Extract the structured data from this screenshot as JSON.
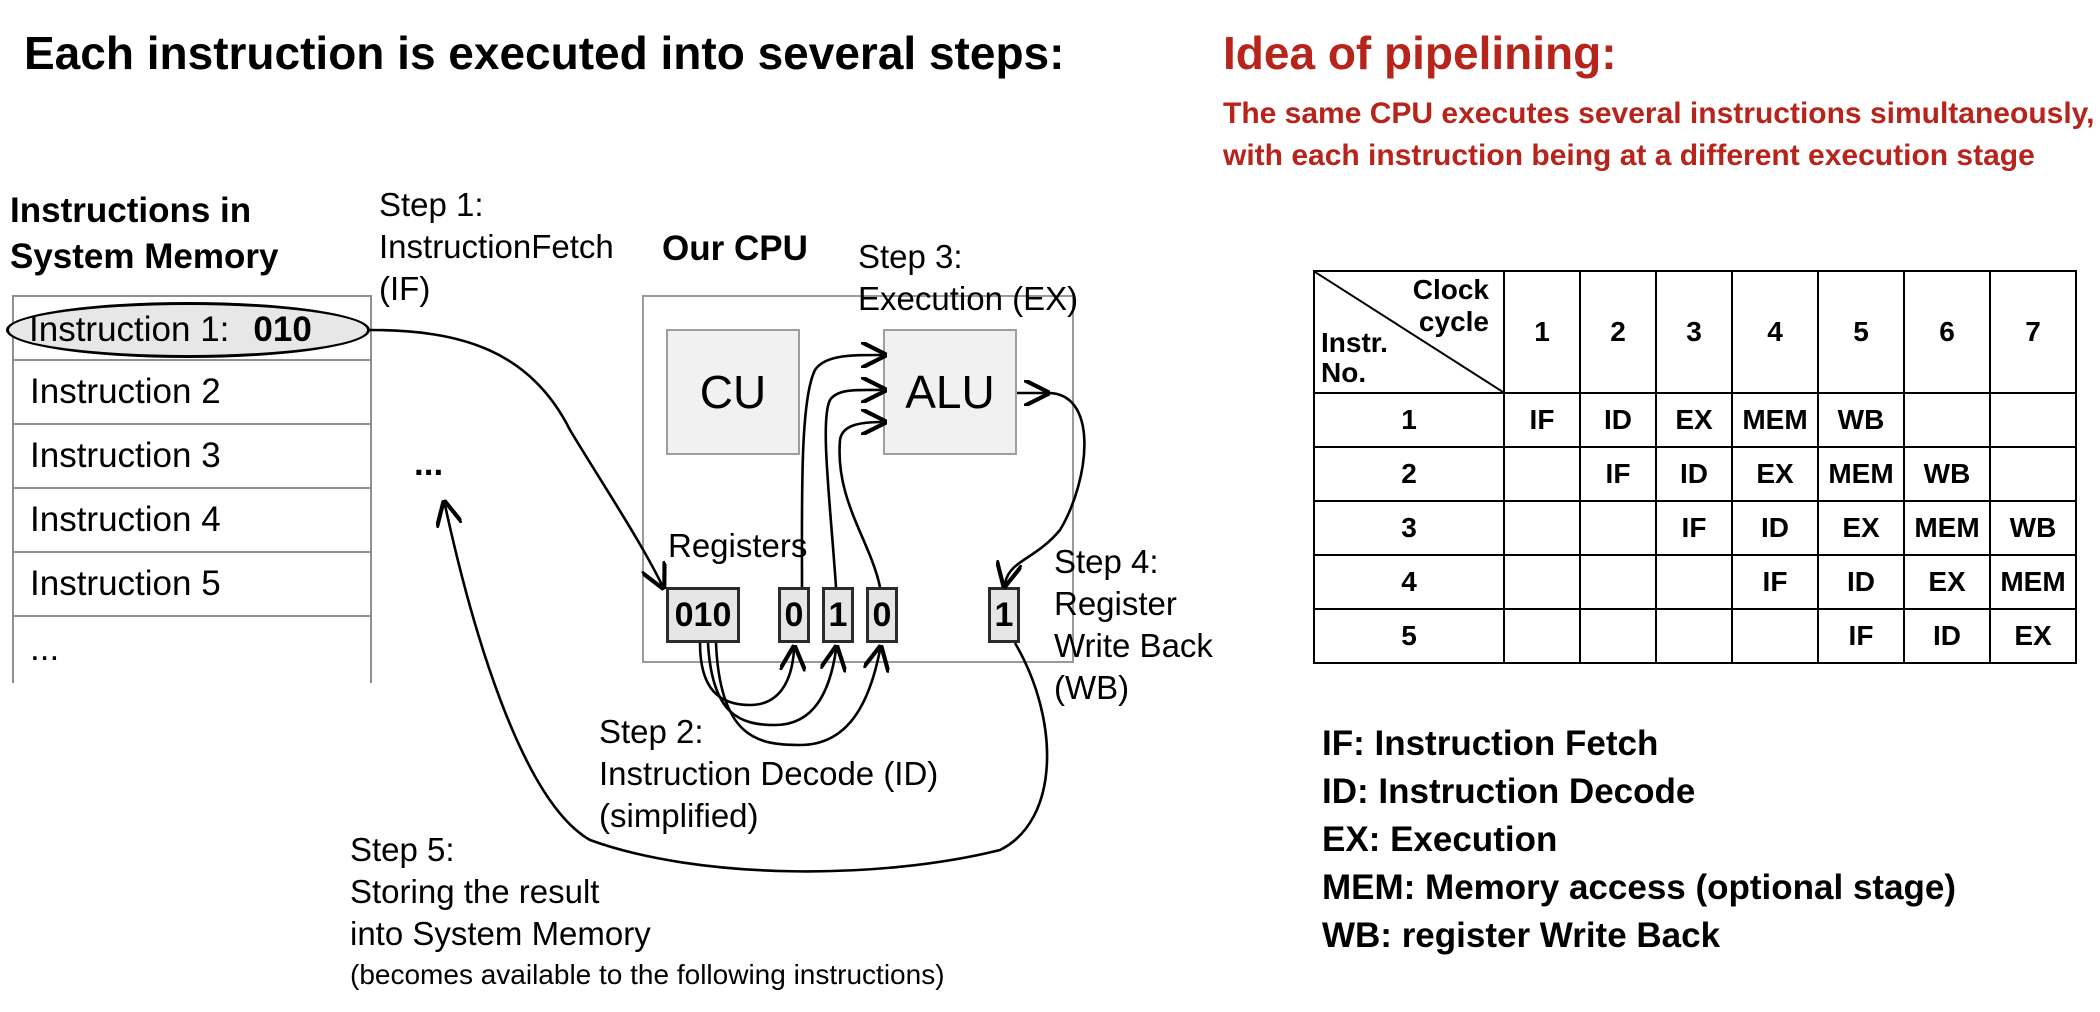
{
  "left": {
    "title": "Each instruction is executed into several steps:",
    "memory_heading": [
      "Instructions in",
      "System Memory"
    ],
    "instructions": [
      {
        "label": "Instruction 1:",
        "code": "010"
      },
      {
        "label": "Instruction 2"
      },
      {
        "label": "Instruction 3"
      },
      {
        "label": "Instruction 4"
      },
      {
        "label": "Instruction 5"
      },
      {
        "label": "..."
      }
    ],
    "ellipsis": "...",
    "cpu_title": "Our CPU",
    "cu": "CU",
    "alu": "ALU",
    "registers_label": "Registers",
    "registers": [
      "010",
      "0",
      "1",
      "0",
      "1"
    ],
    "step1": [
      "Step 1:",
      "InstructionFetch",
      "(IF)"
    ],
    "step2": [
      "Step 2:",
      "Instruction Decode (ID)",
      "(simplified)"
    ],
    "step3": [
      "Step 3:",
      "Execution (EX)"
    ],
    "step4": [
      "Step 4:",
      "Register",
      "Write Back",
      "(WB)"
    ],
    "step5": [
      "Step 5:",
      "Storing the result",
      "into System Memory",
      "(becomes available to the following instructions)"
    ]
  },
  "right": {
    "title": "Idea of pipelining:",
    "subtitle": [
      "The same CPU executes several instructions simultaneously,",
      "with each instruction being at a different execution stage"
    ],
    "table": {
      "corner_top": [
        "Clock",
        "cycle"
      ],
      "corner_bottom": [
        "Instr.",
        "No."
      ],
      "cycles": [
        "1",
        "2",
        "3",
        "4",
        "5",
        "6",
        "7"
      ],
      "rows": [
        {
          "no": "1",
          "cells": [
            "IF",
            "ID",
            "EX",
            "MEM",
            "WB",
            "",
            ""
          ]
        },
        {
          "no": "2",
          "cells": [
            "",
            "IF",
            "ID",
            "EX",
            "MEM",
            "WB",
            ""
          ]
        },
        {
          "no": "3",
          "cells": [
            "",
            "",
            "IF",
            "ID",
            "EX",
            "MEM",
            "WB"
          ]
        },
        {
          "no": "4",
          "cells": [
            "",
            "",
            "",
            "IF",
            "ID",
            "EX",
            "MEM"
          ]
        },
        {
          "no": "5",
          "cells": [
            "",
            "",
            "",
            "",
            "IF",
            "ID",
            "EX"
          ]
        }
      ]
    },
    "legend": [
      "IF: Instruction Fetch",
      "ID: Instruction Decode",
      "EX: Execution",
      "MEM: Memory access (optional stage)",
      "WB: register Write Back"
    ]
  },
  "colors": {
    "accent_red": "#b7241b",
    "box_fill": "#f1f1f1",
    "register_fill": "#e6e6e6"
  }
}
